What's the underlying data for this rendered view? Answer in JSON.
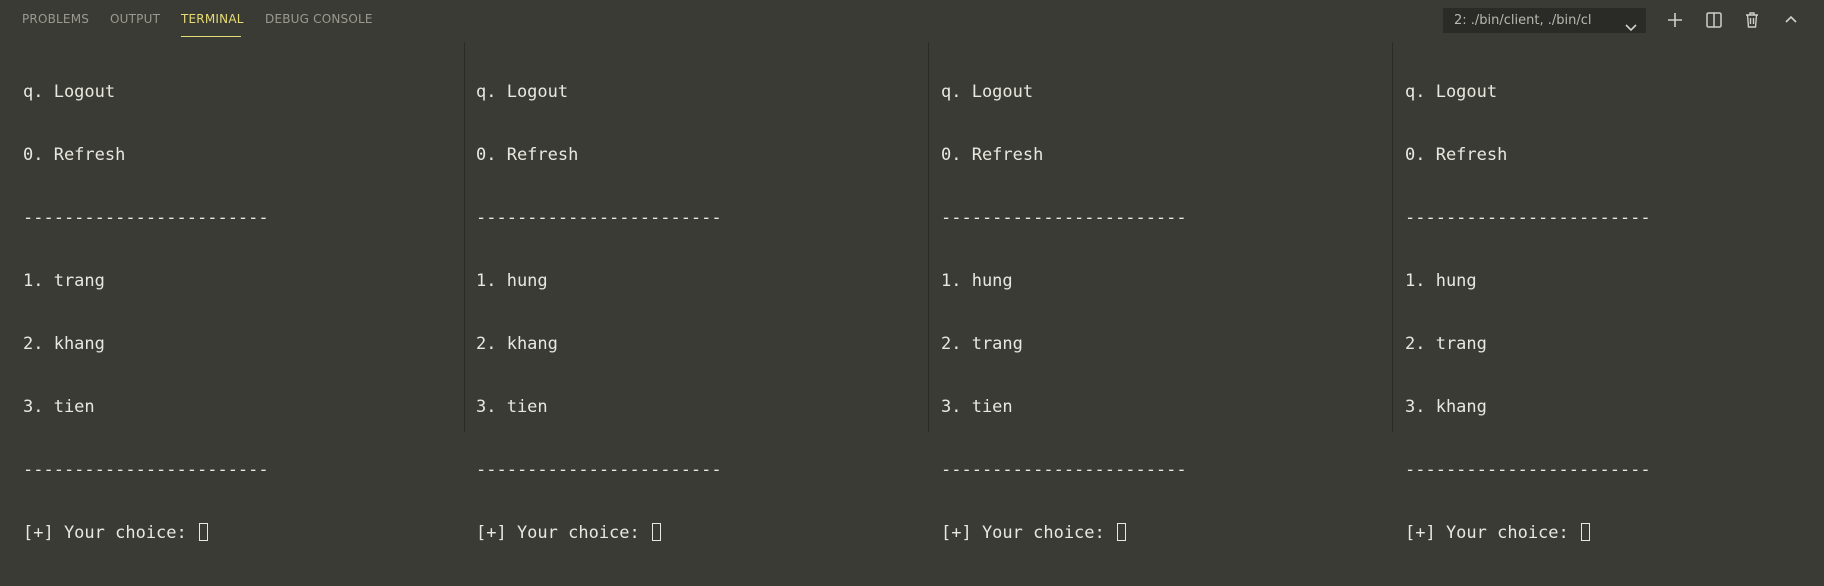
{
  "tabs": [
    {
      "label": "PROBLEMS"
    },
    {
      "label": "OUTPUT"
    },
    {
      "label": "TERMINAL"
    },
    {
      "label": "DEBUG CONSOLE"
    }
  ],
  "active_tab": "TERMINAL",
  "terminal_select": {
    "value": "2: ./bin/client, ./bin/cl"
  },
  "actions": [
    {
      "icon": "plus-icon"
    },
    {
      "icon": "split-terminal-icon"
    },
    {
      "icon": "trash-icon"
    },
    {
      "icon": "chevron-up-icon"
    }
  ],
  "colors": {
    "background": "#3b3b36",
    "active_tab": "#e6db74",
    "text": "#e8e8e0"
  },
  "panes": [
    {
      "lines": [
        "q. Logout",
        "0. Refresh",
        "------------------------",
        "1. trang",
        "2. khang",
        "3. tien",
        "------------------------"
      ],
      "prompt": "[+] Your choice: "
    },
    {
      "lines": [
        "q. Logout",
        "0. Refresh",
        "------------------------",
        "1. hung",
        "2. khang",
        "3. tien",
        "------------------------"
      ],
      "prompt": "[+] Your choice: "
    },
    {
      "lines": [
        "q. Logout",
        "0. Refresh",
        "------------------------",
        "1. hung",
        "2. trang",
        "3. tien",
        "------------------------"
      ],
      "prompt": "[+] Your choice: "
    },
    {
      "lines": [
        "q. Logout",
        "0. Refresh",
        "------------------------",
        "1. hung",
        "2. trang",
        "3. khang",
        "------------------------"
      ],
      "prompt": "[+] Your choice: "
    }
  ]
}
